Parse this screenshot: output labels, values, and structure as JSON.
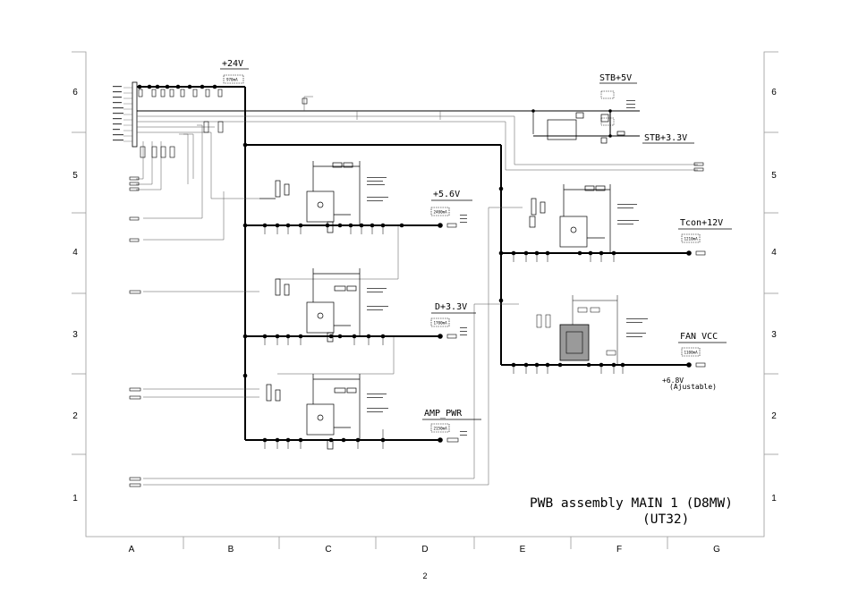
{
  "title": {
    "line1": "PWB assembly MAIN 1 (D8MW)",
    "line2": "(UT32)"
  },
  "page_number": "2",
  "grid": {
    "rows": [
      "6",
      "5",
      "4",
      "3",
      "2",
      "1"
    ],
    "columns": [
      "A",
      "B",
      "C",
      "D",
      "E",
      "F",
      "G"
    ]
  },
  "rails": {
    "v24": {
      "label": "+24V",
      "current": "970mA"
    },
    "stb5": {
      "label": "STB+5V"
    },
    "stb33": {
      "label": "STB+3.3V"
    },
    "v56": {
      "label": "+5.6V",
      "current": "2400mA"
    },
    "d33": {
      "label": "D+3.3V",
      "current": "1700mA"
    },
    "amp": {
      "label": "AMP_PWR",
      "current": "2150mA"
    },
    "tcon": {
      "label": "Tcon+12V",
      "current": "1210mA"
    },
    "fan": {
      "label": "FAN VCC",
      "current": "1100mA",
      "note_line1": "+6.8V",
      "note_line2": "(Ajustable)"
    }
  },
  "colors": {
    "line": "#000000",
    "thin": "#555555",
    "frame": "#999999",
    "ic_fill": "#9a9a9a"
  }
}
